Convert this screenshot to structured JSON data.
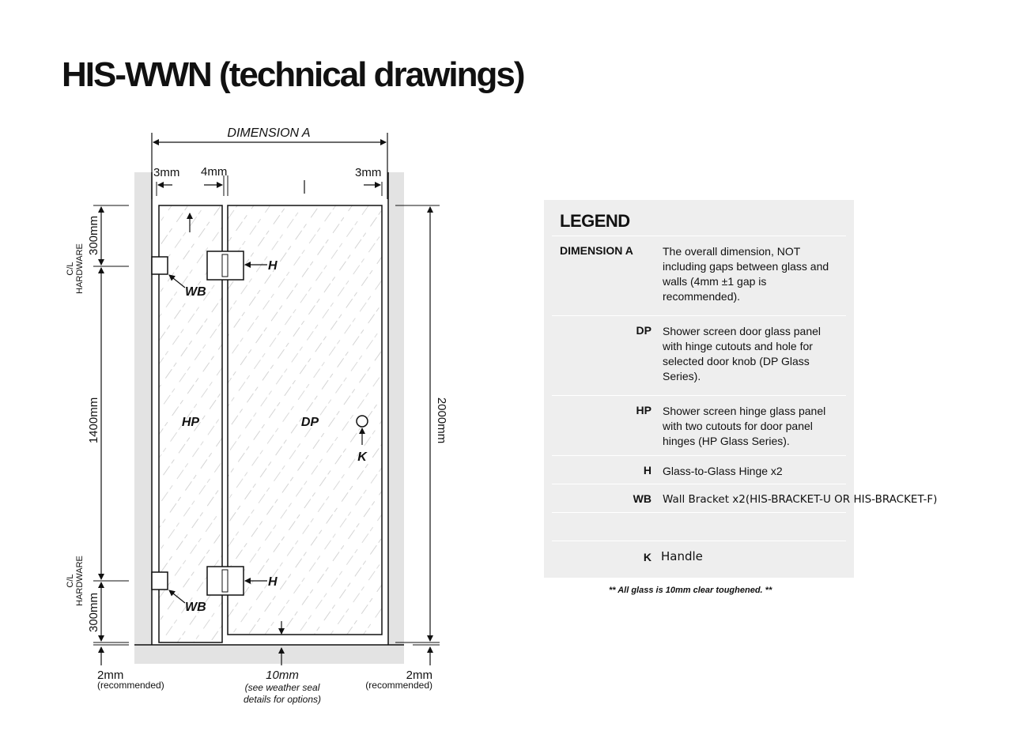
{
  "title": "HIS-WWN (technical drawings)",
  "drawing": {
    "dimension_a": "DIMENSION A",
    "gap_left_top": "3mm",
    "gap_middle": "4mm",
    "gap_right_top": "3mm",
    "hardware_label": "C/L\nHARDWARE",
    "dim_300_top": "300mm",
    "dim_1400": "1400mm",
    "dim_300_bottom": "300mm",
    "dim_2000": "2000mm",
    "hp": "HP",
    "dp": "DP",
    "h": "H",
    "wb": "WB",
    "k": "K",
    "bottom_left_value": "2mm",
    "bottom_left_note": "(recommended)",
    "bottom_mid_value": "10mm",
    "bottom_mid_note1": "(see weather seal",
    "bottom_mid_note2": "details for options)",
    "bottom_right_value": "2mm",
    "bottom_right_note": "(recommended)"
  },
  "legend": {
    "title": "LEGEND",
    "items": [
      {
        "code": "DIMENSION A",
        "text": "The overall dimension, NOT including gaps between glass and walls (4mm ±1 gap is recommended)."
      },
      {
        "code": "DP",
        "text": "Shower screen door glass panel with hinge cutouts and hole for selected door knob (DP Glass Series)."
      },
      {
        "code": "HP",
        "text": "Shower screen hinge glass panel with two cutouts for door panel hinges (HP Glass Series)."
      },
      {
        "code": "H",
        "text": "Glass-to-Glass Hinge x2"
      },
      {
        "code": "WB",
        "text": "Wall Bracket x2(HIS-BRACKET-U OR HIS-BRACKET-F)"
      },
      {
        "code": "",
        "text": ""
      },
      {
        "code": "K",
        "text": "Handle"
      }
    ],
    "note": "** All glass is 10mm clear toughened. **"
  }
}
